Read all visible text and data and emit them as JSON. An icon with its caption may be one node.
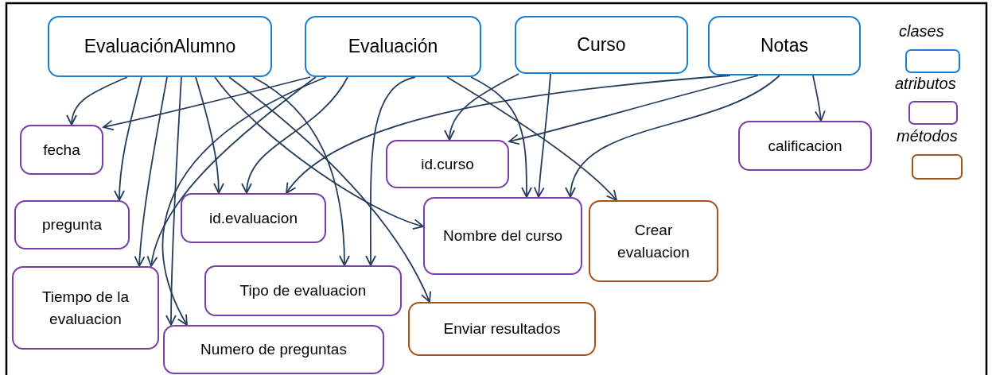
{
  "diagram": {
    "nodes": [
      {
        "text": [
          "EvaluaciónAlumno"
        ]
      },
      {
        "text": [
          "Evaluación"
        ]
      },
      {
        "text": [
          "Curso"
        ]
      },
      {
        "text": [
          "Notas"
        ]
      },
      {
        "text": [
          "fecha"
        ]
      },
      {
        "text": [
          "pregunta"
        ]
      },
      {
        "text": [
          "id.evaluacion"
        ]
      },
      {
        "text": [
          "id.curso"
        ]
      },
      {
        "text": [
          "Nombre del curso"
        ]
      },
      {
        "text": [
          "Crear evaluacion"
        ]
      },
      {
        "text": [
          "calificacion"
        ]
      },
      {
        "text": [
          "Tiempo de la evaluacion"
        ]
      },
      {
        "text": [
          "Tipo de evaluacion"
        ]
      },
      {
        "text": [
          "Enviar resultados"
        ]
      },
      {
        "text": [
          "Numero de preguntas"
        ]
      }
    ],
    "edges": [
      {
        "from": 0,
        "to": 4,
        "arrow": "to"
      },
      {
        "from": 0,
        "to": 5,
        "arrow": "to"
      },
      {
        "from": 0,
        "to": 11,
        "arrow": "to"
      },
      {
        "from": 0,
        "to": 14,
        "arrow": "to"
      },
      {
        "from": 0,
        "to": 6,
        "arrow": "to"
      },
      {
        "from": 0,
        "to": 8,
        "arrow": "to"
      },
      {
        "from": 0,
        "to": 13,
        "arrow": "to"
      },
      {
        "from": 0,
        "to": 12,
        "arrow": "to"
      },
      {
        "from": 1,
        "to": 4,
        "arrow": "to"
      },
      {
        "from": 1,
        "to": 11,
        "arrow": "to"
      },
      {
        "from": 1,
        "to": 14,
        "arrow": "to"
      },
      {
        "from": 1,
        "to": 6,
        "arrow": "to"
      },
      {
        "from": 1,
        "to": 12,
        "arrow": "to"
      },
      {
        "from": 1,
        "to": 9,
        "arrow": "to"
      },
      {
        "from": 1,
        "to": 8,
        "arrow": "to"
      },
      {
        "from": 2,
        "to": 7,
        "arrow": "to"
      },
      {
        "from": 2,
        "to": 8,
        "arrow": "to"
      },
      {
        "from": 3,
        "to": 6,
        "arrow": "to"
      },
      {
        "from": 3,
        "to": 7,
        "arrow": "to"
      },
      {
        "from": 3,
        "to": 8,
        "arrow": "to"
      },
      {
        "from": 3,
        "to": 10,
        "arrow": "to"
      }
    ],
    "legend": [
      {
        "text": "clases",
        "color": "#1a7fd0"
      },
      {
        "text": "atributos",
        "color": "#7a3fa6"
      },
      {
        "text": "métodos",
        "color": "#a4541a"
      }
    ]
  }
}
